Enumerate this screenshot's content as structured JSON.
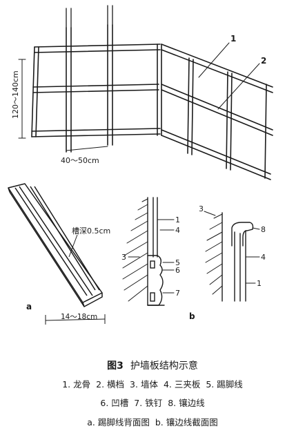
{
  "figure": {
    "main": {
      "height_dim": "120～140cm",
      "width_dim": "40～50cm",
      "callout_1": "1",
      "callout_2": "2"
    },
    "panel_a": {
      "groove_label": "槽深0.5cm",
      "width_dim": "14～18cm",
      "tag": "a"
    },
    "panel_b": {
      "tag": "b",
      "left_callouts": [
        "1",
        "4",
        "3",
        "5",
        "6",
        "7"
      ],
      "right_callouts": [
        "3",
        "8",
        "4",
        "1"
      ]
    }
  },
  "caption": {
    "figure_no": "图3",
    "title": "护墙板结构示意",
    "line1": [
      "1. 龙骨",
      "2. 横档",
      "3. 墙体",
      "4. 三夹板",
      "5. 踢脚线"
    ],
    "line2": [
      "6. 凹槽",
      "7. 铁钉",
      "8. 镶边线"
    ],
    "line3": [
      "a. 踢脚线背面图",
      "b. 镶边线截面图"
    ]
  }
}
